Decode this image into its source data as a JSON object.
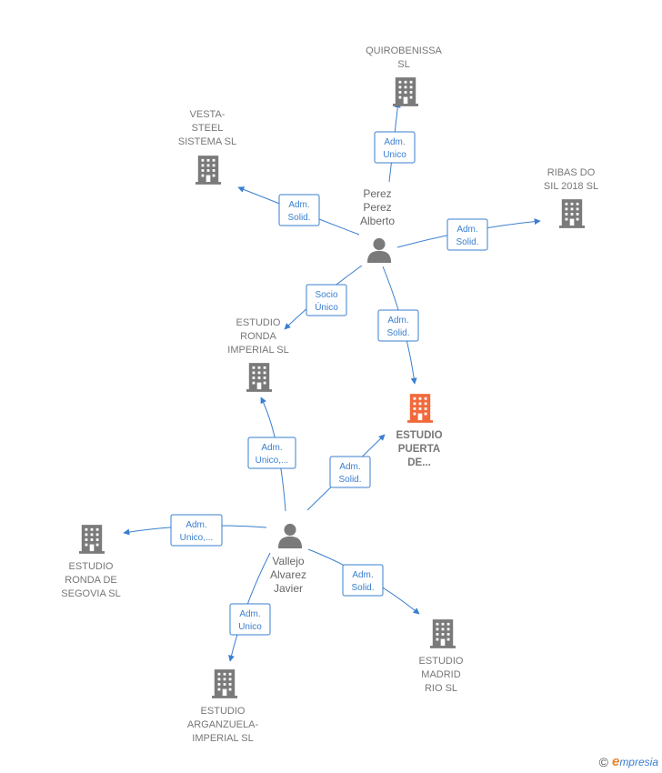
{
  "colors": {
    "company": "#7a7a7a",
    "focus_company": "#f26a3c",
    "person": "#7a7a7a",
    "edge": "#3a7fcf",
    "edge_label_border": "#3a7fcf",
    "label_text": "#777777"
  },
  "nodes": {
    "quirobenissa": {
      "lines": [
        "QUIROBENISSA",
        "SL"
      ],
      "icon": "building-icon"
    },
    "vesta": {
      "lines": [
        "VESTA-",
        "STEEL",
        "SISTEMA  SL"
      ],
      "icon": "building-icon"
    },
    "ribas": {
      "lines": [
        "RIBAS DO",
        "SIL 2018  SL"
      ],
      "icon": "building-icon"
    },
    "perez": {
      "lines": [
        "Perez",
        "Perez",
        "Alberto"
      ],
      "icon": "person-icon"
    },
    "ronda_imperial": {
      "lines": [
        "ESTUDIO",
        "RONDA",
        "IMPERIAL  SL"
      ],
      "icon": "building-icon"
    },
    "puerta": {
      "lines": [
        "ESTUDIO",
        "PUERTA",
        "DE..."
      ],
      "icon": "building-icon"
    },
    "ronda_segovia": {
      "lines": [
        "ESTUDIO",
        "RONDA DE",
        "SEGOVIA  SL"
      ],
      "icon": "building-icon"
    },
    "vallejo": {
      "lines": [
        "Vallejo",
        "Alvarez",
        "Javier"
      ],
      "icon": "person-icon"
    },
    "arganzuela": {
      "lines": [
        "ESTUDIO",
        "ARGANZUELA-",
        "IMPERIAL  SL"
      ],
      "icon": "building-icon"
    },
    "madrid_rio": {
      "lines": [
        "ESTUDIO",
        "MADRID",
        "RIO  SL"
      ],
      "icon": "building-icon"
    }
  },
  "edges": [
    {
      "id": "perez-quirobenissa",
      "lines": [
        "Adm.",
        "Unico"
      ]
    },
    {
      "id": "perez-vesta",
      "lines": [
        "Adm.",
        "Solid."
      ]
    },
    {
      "id": "perez-ribas",
      "lines": [
        "Adm.",
        "Solid."
      ]
    },
    {
      "id": "perez-ronda-imperial",
      "lines": [
        "Socio",
        "Único"
      ]
    },
    {
      "id": "perez-puerta",
      "lines": [
        "Adm.",
        "Solid."
      ]
    },
    {
      "id": "vallejo-ronda-imperial",
      "lines": [
        "Adm.",
        "Unico,..."
      ]
    },
    {
      "id": "vallejo-puerta",
      "lines": [
        "Adm.",
        "Solid."
      ]
    },
    {
      "id": "vallejo-ronda-segovia",
      "lines": [
        "Adm.",
        "Unico,..."
      ]
    },
    {
      "id": "vallejo-arganzuela",
      "lines": [
        "Adm.",
        "Unico"
      ]
    },
    {
      "id": "vallejo-madrid-rio",
      "lines": [
        "Adm.",
        "Solid."
      ]
    }
  ],
  "footer": {
    "copyright_symbol": "©",
    "brand_initial": "e",
    "brand_rest": "mpresia"
  }
}
